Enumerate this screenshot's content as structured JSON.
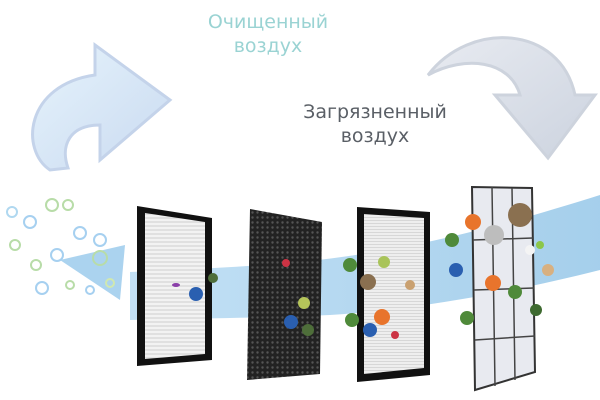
{
  "labels": {
    "clean_air": [
      "Очищенный",
      "воздух"
    ],
    "dirty_air": [
      "Загрязненный",
      "воздух"
    ]
  },
  "colors": {
    "clean_text": "#9ad3d3",
    "dirty_text": "#5a5f66",
    "airflow": "#8cc4e8",
    "arrow_clean": "#d4e8f8",
    "arrow_dirty": "#d8dde6"
  },
  "filters": [
    {
      "name": "pre-filter-hepa",
      "style": "white pleated"
    },
    {
      "name": "carbon-filter",
      "style": "black honeycomb"
    },
    {
      "name": "fine-mesh-filter",
      "style": "white mesh"
    },
    {
      "name": "coarse-pre-filter",
      "style": "grid frame"
    }
  ]
}
